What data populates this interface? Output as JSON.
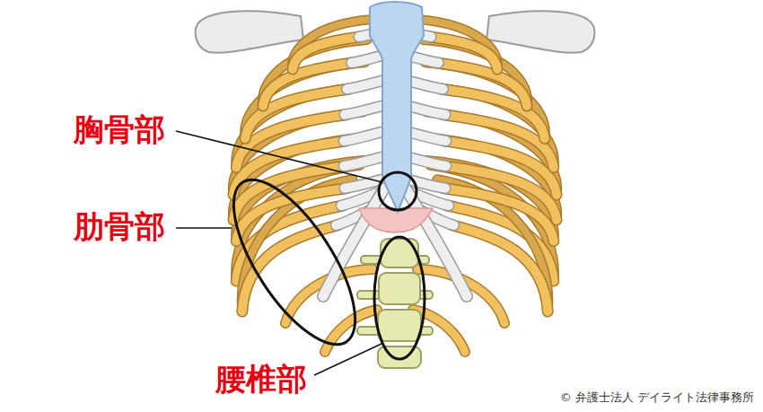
{
  "diagram": {
    "labels": [
      "胸骨部",
      "肋骨部",
      "腰椎部",
      "© 弁護士法人 デイライト法律事務所"
    ]
  }
}
